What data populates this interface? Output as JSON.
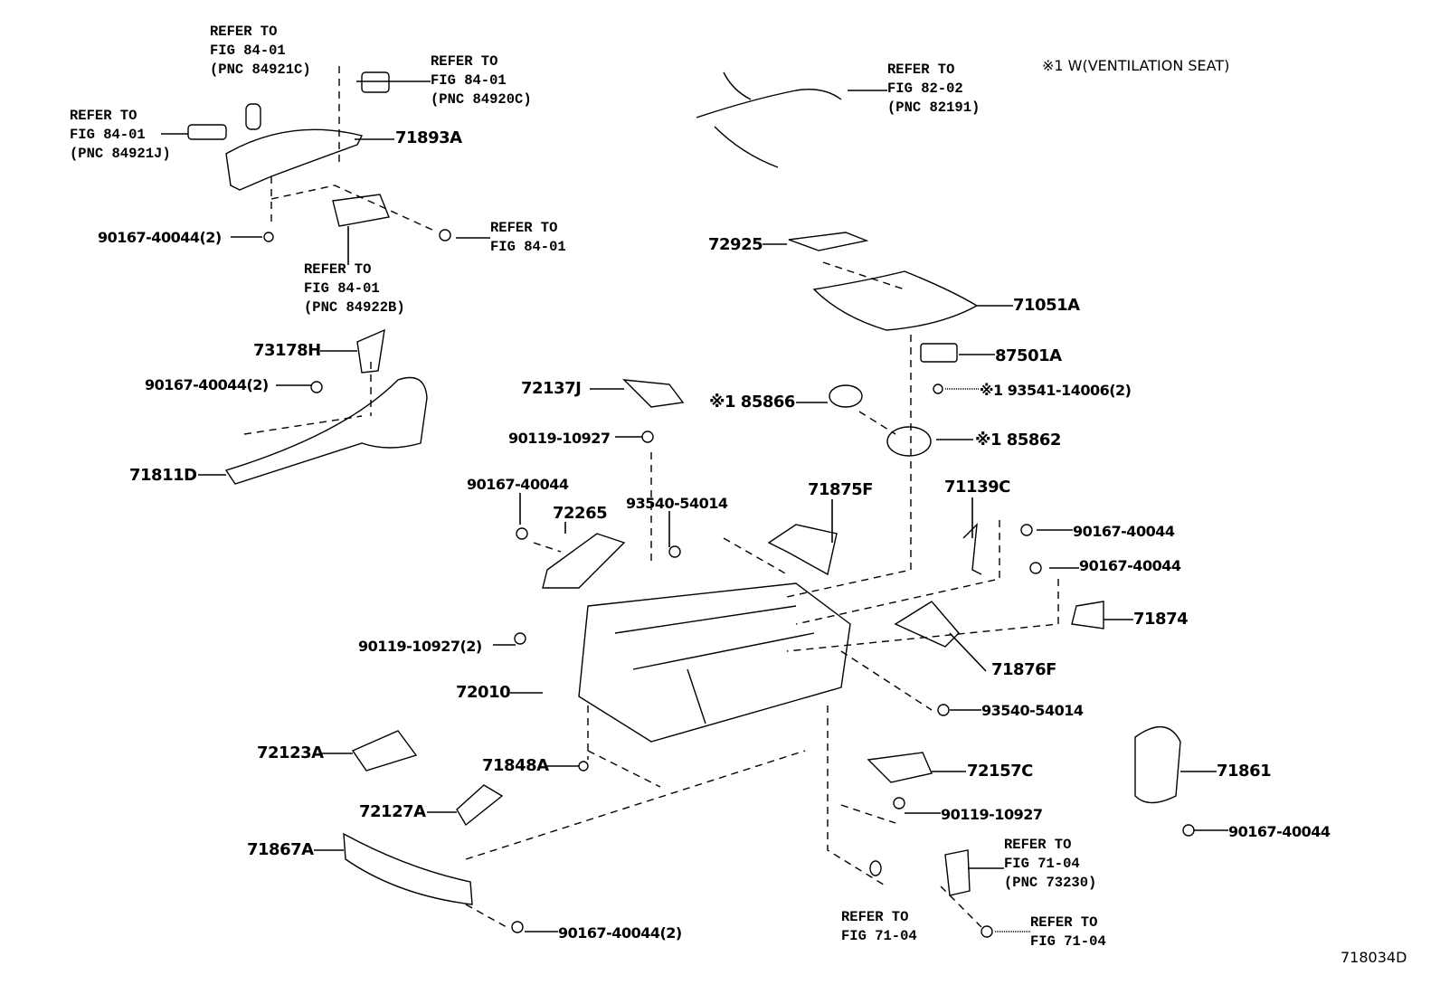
{
  "note": "※1 W(VENTILATION SEAT)",
  "figure_code": "718034D",
  "refs": {
    "r84921c": [
      "REFER TO",
      "FIG 84-01",
      "(PNC 84921C)"
    ],
    "r84920c": [
      "REFER TO",
      "FIG 84-01",
      "(PNC 84920C)"
    ],
    "r84921j": [
      "REFER TO",
      "FIG 84-01",
      "(PNC 84921J)"
    ],
    "r8401": [
      "REFER TO",
      "FIG 84-01"
    ],
    "r84922b": [
      "REFER TO",
      "FIG 84-01",
      "(PNC 84922B)"
    ],
    "r82191": [
      "REFER TO",
      "FIG 82-02",
      "(PNC 82191)"
    ],
    "r73230": [
      "REFER TO",
      "FIG 71-04",
      "(PNC 73230)"
    ],
    "r7104a": [
      "REFER TO",
      "FIG 71-04"
    ],
    "r7104b": [
      "REFER TO",
      "FIG 71-04"
    ]
  },
  "parts": {
    "p71893A": "71893A",
    "p90167_40044_2a": "90167-40044(2)",
    "p72925": "72925",
    "p71051A": "71051A",
    "p87501A": "87501A",
    "p93541": "※1 93541-14006(2)",
    "p85866": "※1 85866",
    "p85862": "※1 85862",
    "p73178H": "73178H",
    "p90167_40044_2b": "90167-40044(2)",
    "p72137J": "72137J",
    "p90119_10927a": "90119-10927",
    "p71811D": "71811D",
    "p90167_40044a": "90167-40044",
    "p93540_54014a": "93540-54014",
    "p72265": "72265",
    "p71875F": "71875F",
    "p71139C": "71139C",
    "p90167_40044b": "90167-40044",
    "p90167_40044c": "90167-40044",
    "p71874": "71874",
    "p90119_10927_2": "90119-10927(2)",
    "p71876F": "71876F",
    "p72010": "72010",
    "p93540_54014b": "93540-54014",
    "p72123A": "72123A",
    "p71848A": "71848A",
    "p72157C": "72157C",
    "p71861": "71861",
    "p90119_10927b": "90119-10927",
    "p72127A": "72127A",
    "p90167_40044d": "90167-40044",
    "p71867A": "71867A",
    "p90167_40044_2c": "90167-40044(2)"
  }
}
